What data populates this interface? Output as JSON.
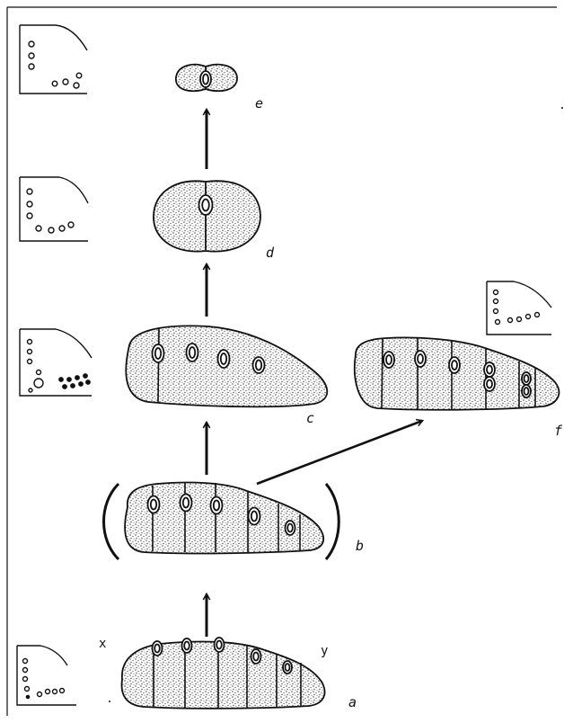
{
  "diagram": {
    "stage_labels": {
      "a": "a",
      "b": "b",
      "c": "c",
      "d": "d",
      "e": "e",
      "f": "f"
    },
    "marker_labels": {
      "x": "x",
      "y": "y"
    },
    "colors": {
      "ink": "#111111",
      "stipple": "#8a8a8a",
      "paper": "#ffffff"
    }
  }
}
